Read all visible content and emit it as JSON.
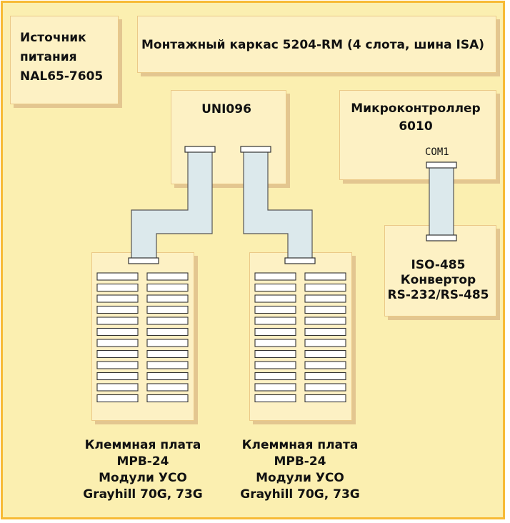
{
  "power_supply": {
    "lines": [
      "Источник",
      "питания",
      "NAL65-7605"
    ]
  },
  "chassis": {
    "label": "Монтажный каркас 5204-RM (4 слота, шина ISA)"
  },
  "uni096": {
    "label": "UNI096"
  },
  "microcontroller": {
    "lines": [
      "Микроконтроллер",
      "6010"
    ]
  },
  "com_port": {
    "label": "COM1"
  },
  "converter": {
    "lines": [
      "ISO-485",
      "Конвертор",
      "RS-232/RS-485"
    ]
  },
  "terminal_board_left": {
    "lines": [
      "Клеммная плата",
      "MPB-24",
      "Модули УСО",
      "Grayhill 70G, 73G"
    ]
  },
  "terminal_board_right": {
    "lines": [
      "Клеммная плата",
      "MPB-24",
      "Модули УСО",
      "Grayhill 70G, 73G"
    ]
  },
  "terminal_board": {
    "slot_rows": 12,
    "slot_columns": 2
  },
  "colors": {
    "frame_border": "#f7ba35",
    "frame_fill": "#fbefb0",
    "box_fill": "#fdf1c4",
    "box_shadow": "#e3c690",
    "cable_fill": "#dce9ec"
  }
}
